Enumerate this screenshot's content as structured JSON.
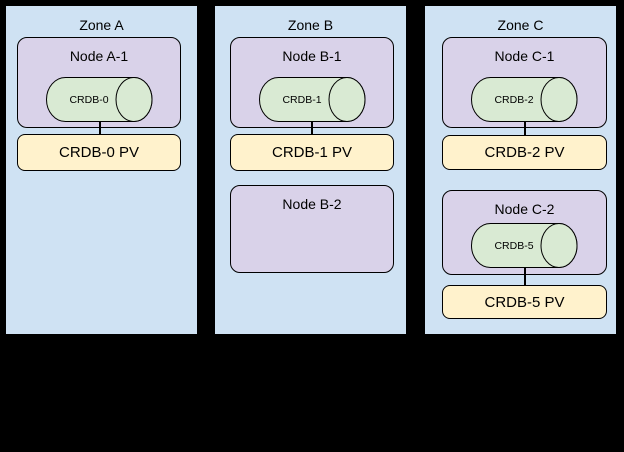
{
  "zones": [
    {
      "label": "Zone A",
      "nodes": [
        {
          "label": "Node A-1",
          "pod": "CRDB-0",
          "pv": "CRDB-0 PV"
        }
      ]
    },
    {
      "label": "Zone B",
      "nodes": [
        {
          "label": "Node B-1",
          "pod": "CRDB-1",
          "pv": "CRDB-1 PV"
        },
        {
          "label": "Node B-2"
        }
      ]
    },
    {
      "label": "Zone C",
      "nodes": [
        {
          "label": "Node C-1",
          "pod": "CRDB-2",
          "pv": "CRDB-2 PV"
        },
        {
          "label": "Node C-2",
          "pod": "CRDB-5",
          "pv": "CRDB-5 PV"
        }
      ]
    }
  ],
  "colors": {
    "background": "#000000",
    "zone_fill": "#cfe2f3",
    "node_fill": "#d9d2e9",
    "pod_fill": "#d9ead3",
    "pv_fill": "#fff2cc",
    "stroke": "#000000",
    "text": "#000000"
  }
}
